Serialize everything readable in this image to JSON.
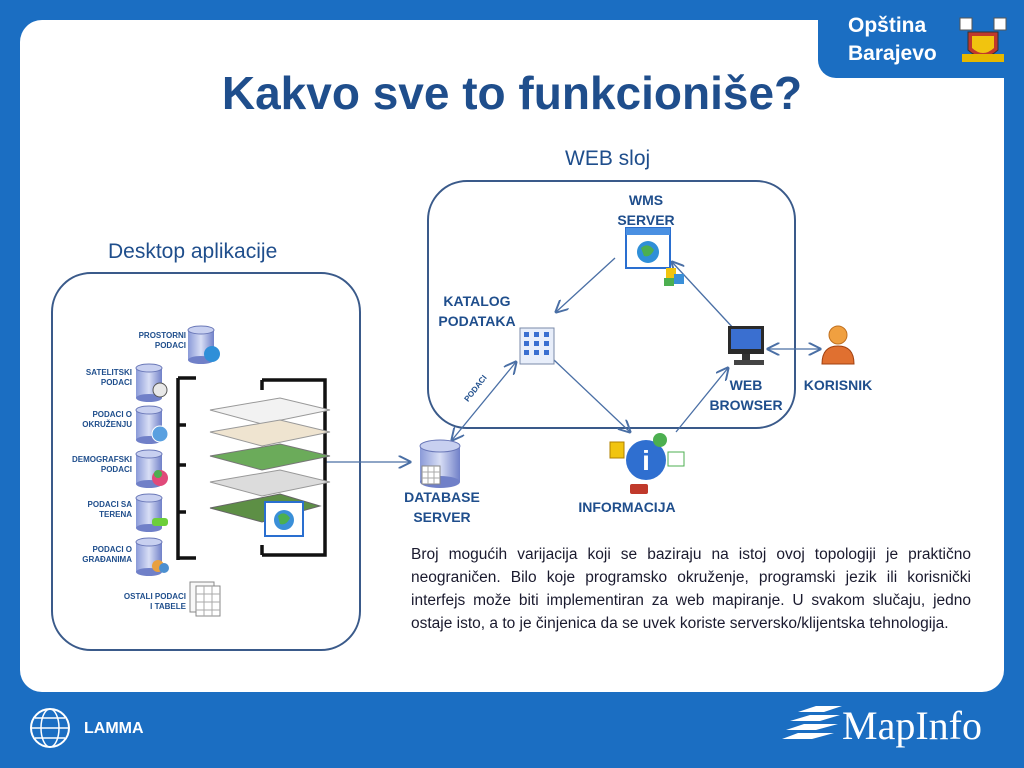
{
  "badge": {
    "line1": "Opština",
    "line2": "Barajevo"
  },
  "title": "Kakvo sve to funkcioniše?",
  "web_layer_label": "WEB sloj",
  "desktop_label": "Desktop aplikacije",
  "web_nodes": {
    "wms_server": "WMS\nSERVER",
    "katalog": "KATALOG\nPODATAKA",
    "web_browser": "WEB\nBROWSER",
    "korisnik": "KORISNIK",
    "informacija": "INFORMACIJA",
    "database_server": "DATABASE\nSERVER",
    "podaci_link": "PODACI"
  },
  "data_sources": [
    {
      "label": "PROSTORNI\nPODACI"
    },
    {
      "label": "SATELITSKI\nPODACI"
    },
    {
      "label": "PODACI O\nOKRUŽENJU"
    },
    {
      "label": "DEMOGRAFSKI\nPODACI"
    },
    {
      "label": "PODACI SA\nTERENA"
    },
    {
      "label": "PODACI O\nGRAĐANIMA"
    },
    {
      "label": "OSTALI PODACI\nI TABELE"
    }
  ],
  "paragraph": "Broj mogućih varijacija koji se baziraju na istoj ovoj topologiji je praktično neograničen. Bilo koje programsko okruženje, programski jezik ili korisnički interfejs može biti implementiran za web mapiranje. U svakom slučaju, jedno ostaje isto, a to je činjenica da se uvek koriste serversko/klijentska tehnologija.",
  "footer": {
    "left_logo": "LAMMA",
    "right_logo": "MapInfo"
  },
  "colors": {
    "background": "#1b6ec2",
    "title": "#1f4e8c",
    "box_border": "#3a5a8a",
    "arrow": "#4a6fa5"
  }
}
